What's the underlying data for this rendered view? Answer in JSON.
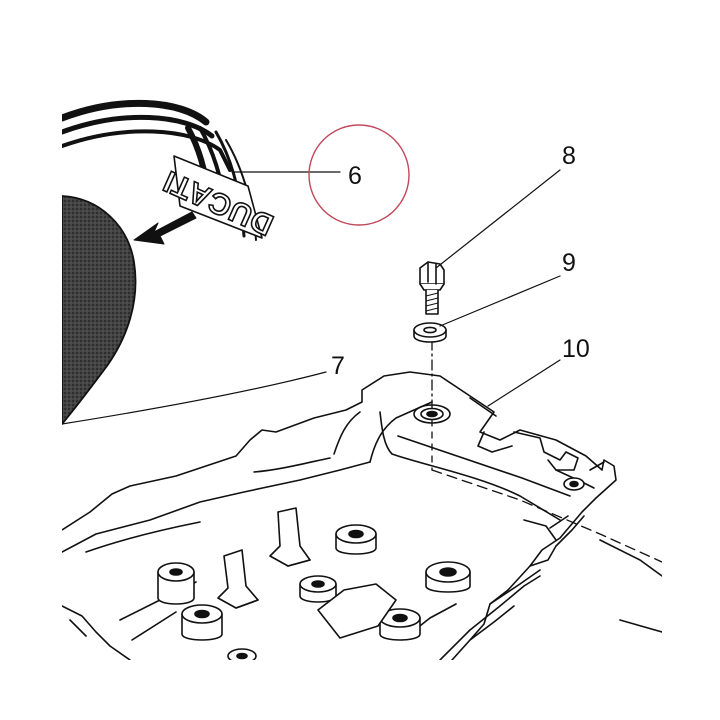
{
  "figure": {
    "decal_text": "DUCATI",
    "callouts": [
      {
        "id": "6",
        "label": "6"
      },
      {
        "id": "7",
        "label": "7"
      },
      {
        "id": "8",
        "label": "8"
      },
      {
        "id": "9",
        "label": "9"
      },
      {
        "id": "10",
        "label": "10"
      }
    ],
    "highlighted_callout": "6",
    "colors": {
      "ink": "#111111",
      "highlight_circle": "#c0485a",
      "seat_fill": "#3a3a3a",
      "paper": "#ffffff"
    }
  }
}
